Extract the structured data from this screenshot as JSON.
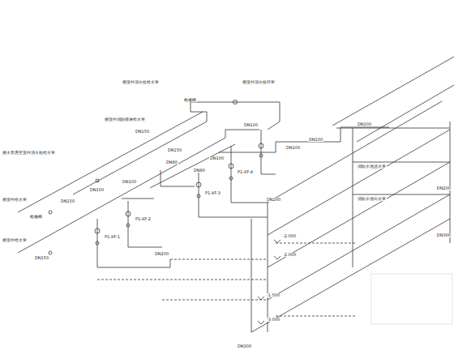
{
  "diagram": {
    "labels": [
      "接室外消火栓给水管",
      "接室外消火栓环管",
      "检修阀",
      "接室外消防喷淋给水管",
      "DN150",
      "接水泵房至室外消火栓给水管",
      "DN150",
      "DN100",
      "DN100",
      "DN100",
      "接室外给水管",
      "DN150",
      "检修阀",
      "接室外给水管",
      "DN150",
      "DN100",
      "DN100",
      "DN80",
      "DN80",
      "DN100",
      "P1-XF-1",
      "P1-XF-2",
      "P1-XF-3",
      "P1-XF-4",
      "DN200",
      "DN200",
      "DN200",
      "DN300",
      "DN300",
      "-2.000",
      "-2.000",
      "-1.500",
      "-3.000",
      "消防水池进水管",
      "消防水池出水管",
      "DN100"
    ]
  }
}
